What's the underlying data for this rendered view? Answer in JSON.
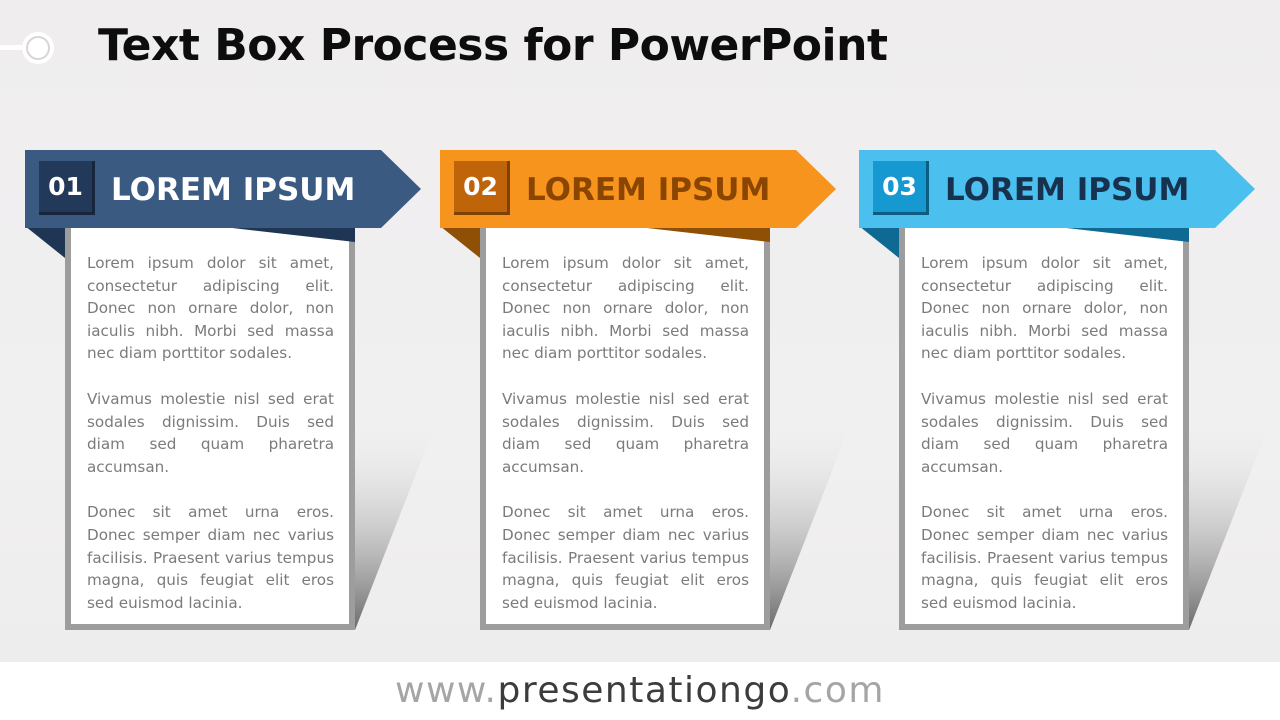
{
  "title": "Text Box Process for PowerPoint",
  "footer": {
    "pre": "www.",
    "brand": "presentationgo",
    "post": ".com"
  },
  "steps": [
    {
      "number": "01",
      "heading": "LOREM IPSUM",
      "paragraphs": [
        "Lorem ipsum dolor sit amet, consectetur adipiscing elit. Donec non ornare dolor, non iaculis nibh. Morbi sed massa nec diam porttitor sodales.",
        "Vivamus molestie nisl sed erat sodales dignissim. Duis sed diam sed quam pharetra accumsan.",
        "Donec sit amet urna eros. Donec semper diam nec varius facilisis. Praesent varius tempus magna, quis feugiat elit eros sed euismod lacinia."
      ],
      "colors": {
        "banner": "#3a5a82",
        "fold": "#1e3553",
        "numBox": "#23395a",
        "numBorder": "#17263d",
        "heading": "#ffffff"
      }
    },
    {
      "number": "02",
      "heading": "LOREM IPSUM",
      "paragraphs": [
        "Lorem ipsum dolor sit amet, consectetur adipiscing elit. Donec non ornare dolor, non iaculis nibh. Morbi sed massa nec diam porttitor sodales.",
        "Vivamus molestie nisl sed erat sodales dignissim. Duis sed diam sed quam pharetra accumsan.",
        "Donec sit amet urna eros. Donec semper diam nec varius facilisis. Praesent varius tempus magna, quis feugiat elit eros sed euismod lacinia."
      ],
      "colors": {
        "banner": "#f7941e",
        "fold": "#8f4f05",
        "numBox": "#c0640a",
        "numBorder": "#7e4104",
        "heading": "#8a4500"
      }
    },
    {
      "number": "03",
      "heading": "LOREM IPSUM",
      "paragraphs": [
        "Lorem ipsum dolor sit amet, consectetur adipiscing elit. Donec non ornare dolor, non iaculis nibh. Morbi sed massa nec diam porttitor sodales.",
        "Vivamus molestie nisl sed erat sodales dignissim. Duis sed diam sed quam pharetra accumsan.",
        "Donec sit amet urna eros. Donec semper diam nec varius facilisis. Praesent varius tempus magna, quis feugiat elit eros sed euismod lacinia."
      ],
      "colors": {
        "banner": "#4bbfee",
        "fold": "#0f6a93",
        "numBox": "#1699d1",
        "numBorder": "#0d5d80",
        "heading": "#17324e"
      }
    }
  ]
}
